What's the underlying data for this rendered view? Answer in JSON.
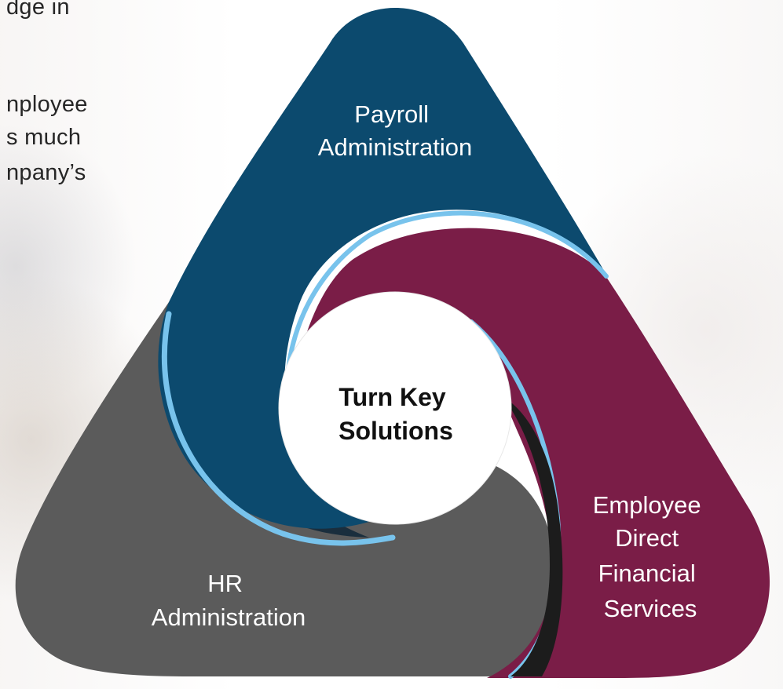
{
  "background_text": {
    "lines": [
      "dge  in",
      "nployee",
      "s much",
      "npany’s"
    ]
  },
  "diagram": {
    "center_label_lines": [
      "Turn Key",
      "Solutions"
    ],
    "segments": [
      {
        "id": "payroll",
        "label_lines": [
          "Payroll",
          "Administration"
        ],
        "color": "#0c4a6e"
      },
      {
        "id": "employee",
        "label_lines": [
          "Employee",
          "Direct",
          "Financial",
          "Services"
        ],
        "color": "#7a1d47"
      },
      {
        "id": "hr",
        "label_lines": [
          "HR",
          "Administration"
        ],
        "color": "#5b5b5b"
      }
    ],
    "accent_color": "#78c3ec"
  }
}
